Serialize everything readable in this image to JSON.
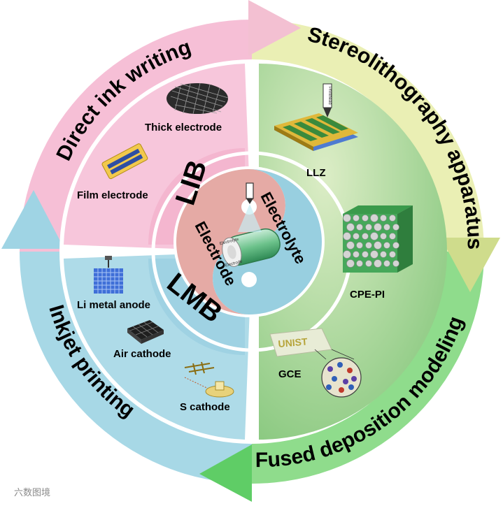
{
  "ring_labels": {
    "direct_ink_writing": "Direct ink writing",
    "stereolithography": "Stereolithography apparatus",
    "fused_deposition": "Fused deposition modeling",
    "inkjet_printing": "Inkjet printing"
  },
  "inner_labels": {
    "lib": "LIB",
    "lmb": "LMB"
  },
  "center_labels": {
    "electrolyte": "Electrolyte",
    "electrode": "Electrode",
    "battery_top": "Electrolyte",
    "battery_bottom": "Electrode"
  },
  "items": {
    "thick_electrode": "Thick electrode",
    "film_electrode": "Film electrode",
    "li_metal_anode": "Li metal anode",
    "air_cathode": "Air cathode",
    "s_cathode": "S cathode",
    "llz": "LLZ",
    "cpe_pi": "CPE-PI",
    "gce": "GCE",
    "unist": "UNIST",
    "printhead": "Printhead"
  },
  "watermark": "六数图境",
  "colors": {
    "pink": "#f5bcd4",
    "pink_light": "#f9d4e3",
    "blue": "#a6d8e6",
    "blue_light": "#c4e6ef",
    "green": "#8ecf86",
    "green_light": "#c9e6b7",
    "olive": "#d2e19c",
    "lime": "#7bd87a",
    "center_pink": "#e7b3ad",
    "center_blue": "#9ad0e1"
  }
}
